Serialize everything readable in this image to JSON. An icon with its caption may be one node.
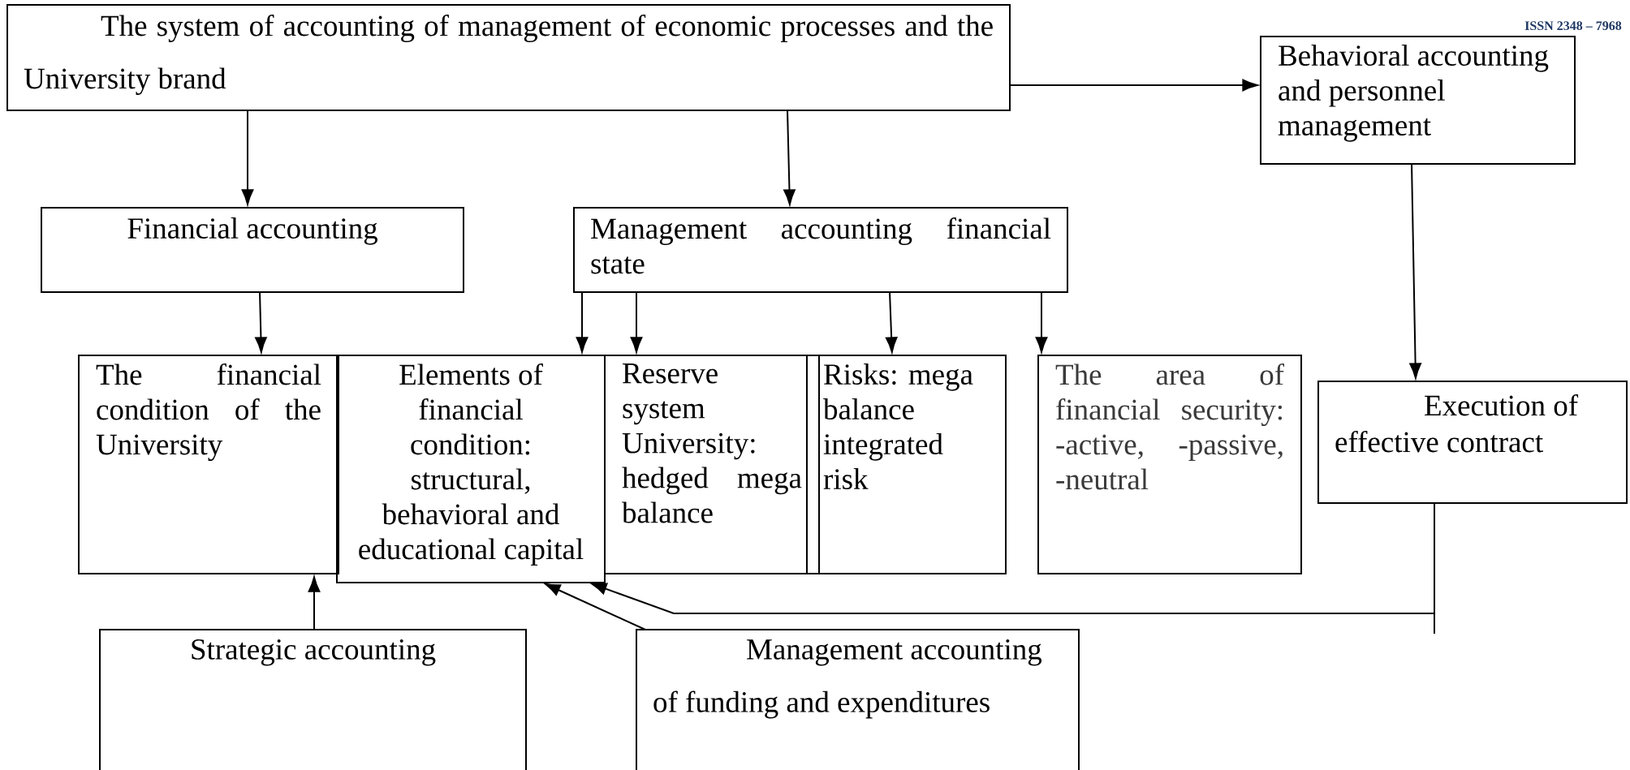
{
  "diagram": {
    "nodes": [
      {
        "text": [
          "The system of accounting of management of economic processes and the University brand"
        ]
      },
      {
        "text": [
          "Behavioral accounting and personnel management"
        ]
      },
      {
        "text": [
          "Financial accounting"
        ]
      },
      {
        "text": [
          "Management accounting financial state"
        ]
      },
      {
        "text": [
          "The financial condition of the University"
        ]
      },
      {
        "text": [
          "Elements of financial condition: structural, behavioral and educational capital"
        ]
      },
      {
        "text": [
          "Reserve system University: hedged mega balance"
        ]
      },
      {
        "text": [
          "Risks: mega balance integrated risk"
        ]
      },
      {
        "text": [
          "The area of financial security: -active, -passive, -neutral"
        ]
      },
      {
        "text": [
          "Execution of effective contract"
        ]
      },
      {
        "text": [
          "Strategic accounting"
        ]
      },
      {
        "text": [
          "Management accounting of funding and expenditures"
        ]
      }
    ],
    "edges": [
      {
        "from": 0,
        "to": 1,
        "arrow": "to"
      },
      {
        "from": 0,
        "to": 2,
        "arrow": "to"
      },
      {
        "from": 0,
        "to": 3,
        "arrow": "to"
      },
      {
        "from": 1,
        "to": 9,
        "arrow": "to"
      },
      {
        "from": 2,
        "to": 4,
        "arrow": "to"
      },
      {
        "from": 3,
        "to": 5,
        "arrow": "to"
      },
      {
        "from": 3,
        "to": 6,
        "arrow": "to"
      },
      {
        "from": 3,
        "to": 7,
        "arrow": "to"
      },
      {
        "from": 3,
        "to": 8,
        "arrow": "to"
      },
      {
        "from": 10,
        "to": 4,
        "arrow": "to"
      },
      {
        "from": 11,
        "to": 5,
        "arrow": "to"
      },
      {
        "from": 9,
        "to": 5,
        "arrow": "to"
      }
    ],
    "labels": [
      "ISSN 2348 – 7968"
    ]
  }
}
